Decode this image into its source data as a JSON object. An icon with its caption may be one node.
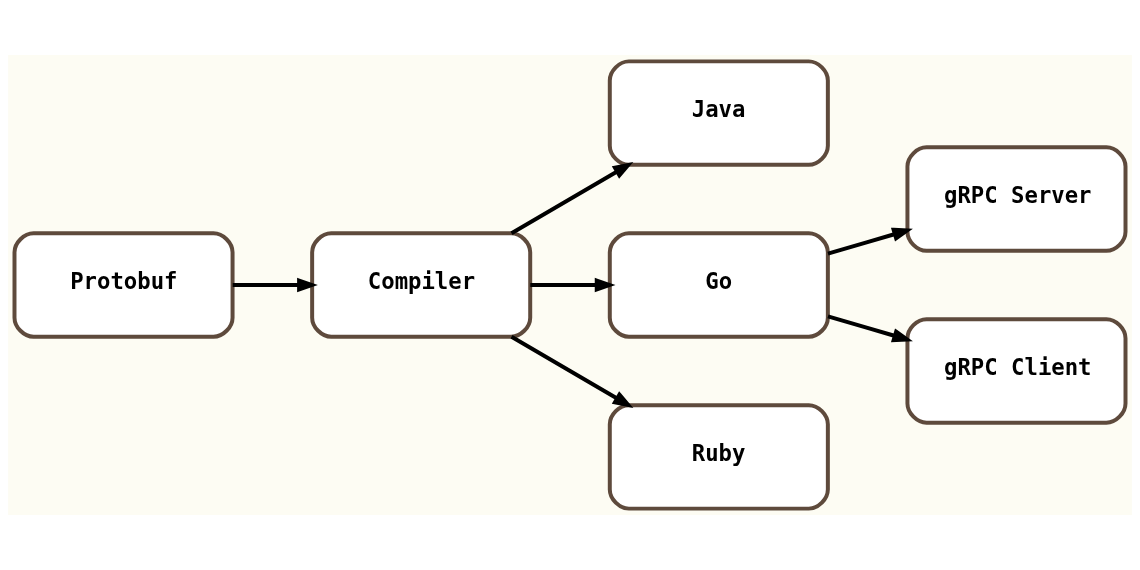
{
  "diagram": {
    "nodes": [
      {
        "text": [
          "Protobuf"
        ]
      },
      {
        "text": [
          "Compiler"
        ]
      },
      {
        "text": [
          "Java"
        ]
      },
      {
        "text": [
          "Go"
        ]
      },
      {
        "text": [
          "Ruby"
        ]
      },
      {
        "text": [
          "gRPC Server"
        ]
      },
      {
        "text": [
          "gRPC Client"
        ]
      }
    ],
    "edges": [
      {
        "from": 0,
        "to": 1,
        "arrow": "to"
      },
      {
        "from": 1,
        "to": 2,
        "arrow": "to"
      },
      {
        "from": 1,
        "to": 3,
        "arrow": "to"
      },
      {
        "from": 1,
        "to": 4,
        "arrow": "to"
      },
      {
        "from": 3,
        "to": 5,
        "arrow": "to"
      },
      {
        "from": 3,
        "to": 6,
        "arrow": "to"
      }
    ]
  }
}
